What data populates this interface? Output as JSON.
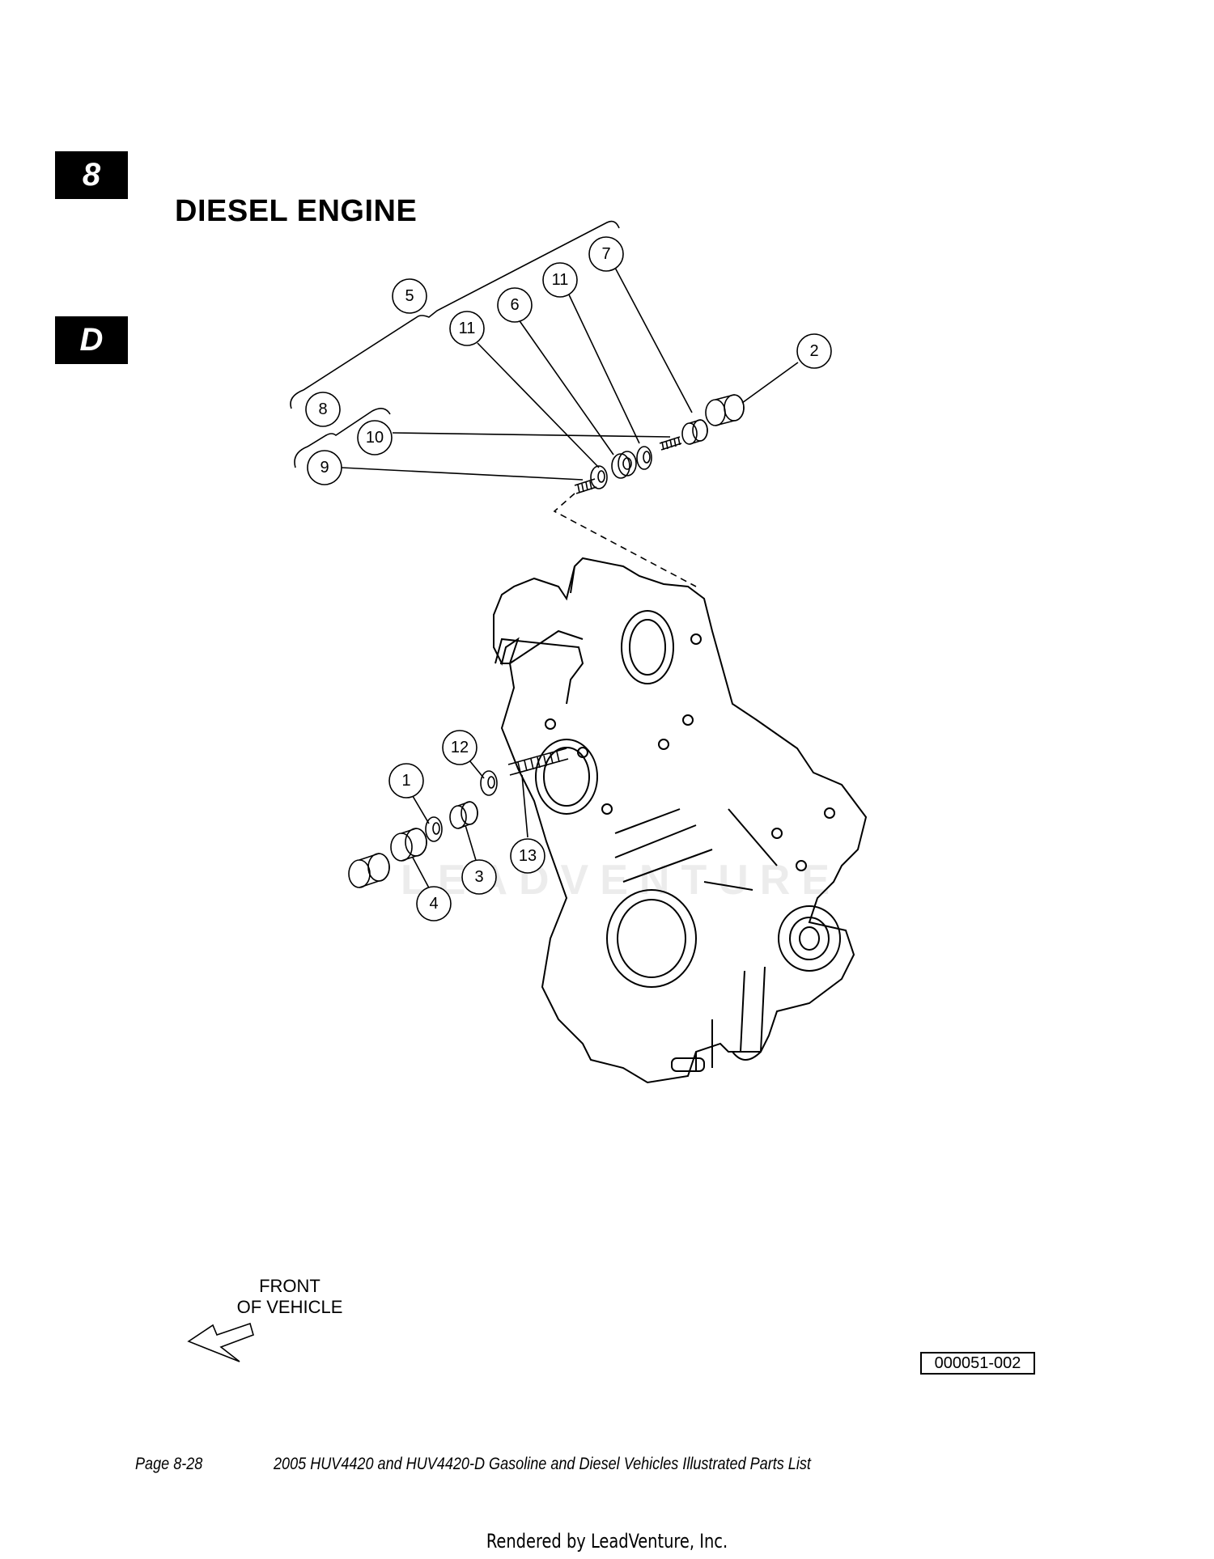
{
  "section_tab": "8",
  "subsection_tab": "D",
  "title": "DIESEL ENGINE",
  "callouts": [
    "1",
    "2",
    "3",
    "4",
    "5",
    "6",
    "7",
    "8",
    "9",
    "10",
    "11",
    "11",
    "12",
    "13"
  ],
  "front_label": {
    "line1": "FRONT",
    "line2": "OF VEHICLE"
  },
  "figure_id": "000051-002",
  "footer": {
    "page": "Page 8-28",
    "document": "2005 HUV4420 and HUV4420-D Gasoline and Diesel Vehicles Illustrated Parts List"
  },
  "rendered_by": "Rendered by LeadVenture, Inc.",
  "watermark": "LEADVENTURE"
}
